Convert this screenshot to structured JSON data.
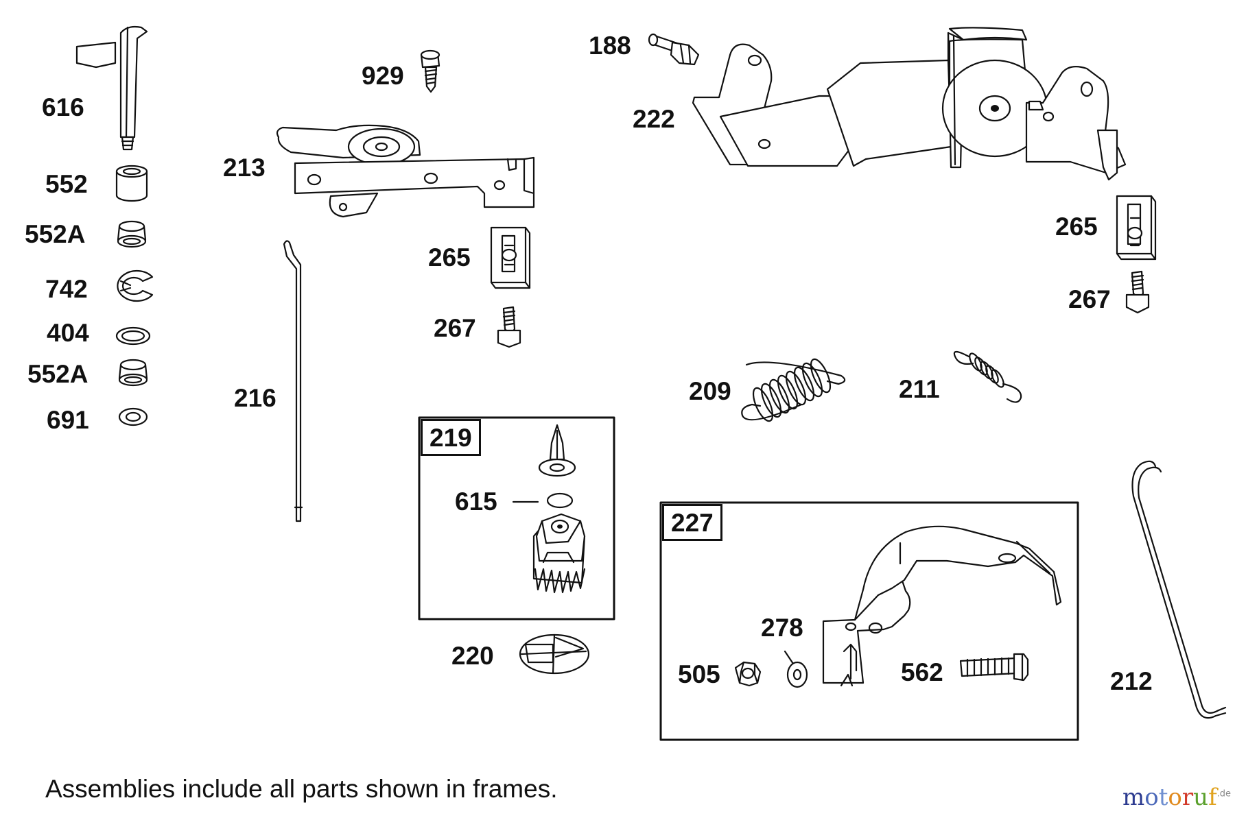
{
  "labels": {
    "p616": "616",
    "p552": "552",
    "p552a_1": "552A",
    "p742": "742",
    "p404": "404",
    "p552a_2": "552A",
    "p691": "691",
    "p929": "929",
    "p213": "213",
    "p216": "216",
    "p265_left": "265",
    "p267_left": "267",
    "p188": "188",
    "p222": "222",
    "p265_right": "265",
    "p267_right": "267",
    "p209": "209",
    "p211": "211",
    "p615": "615",
    "p220": "220",
    "p278": "278",
    "p505": "505",
    "p562": "562",
    "p212": "212"
  },
  "frames": {
    "f219": "219",
    "f227": "227"
  },
  "caption": "Assemblies include all parts shown in frames.",
  "watermark": {
    "letters": [
      {
        "ch": "m",
        "color": "#2b3a8f"
      },
      {
        "ch": "o",
        "color": "#4a67b8"
      },
      {
        "ch": "t",
        "color": "#6f8fd0"
      },
      {
        "ch": "o",
        "color": "#e08a1e"
      },
      {
        "ch": "r",
        "color": "#d23a2a"
      },
      {
        "ch": "u",
        "color": "#5aa02c"
      },
      {
        "ch": "f",
        "color": "#e0a21e"
      }
    ],
    "suffix": ".de"
  }
}
